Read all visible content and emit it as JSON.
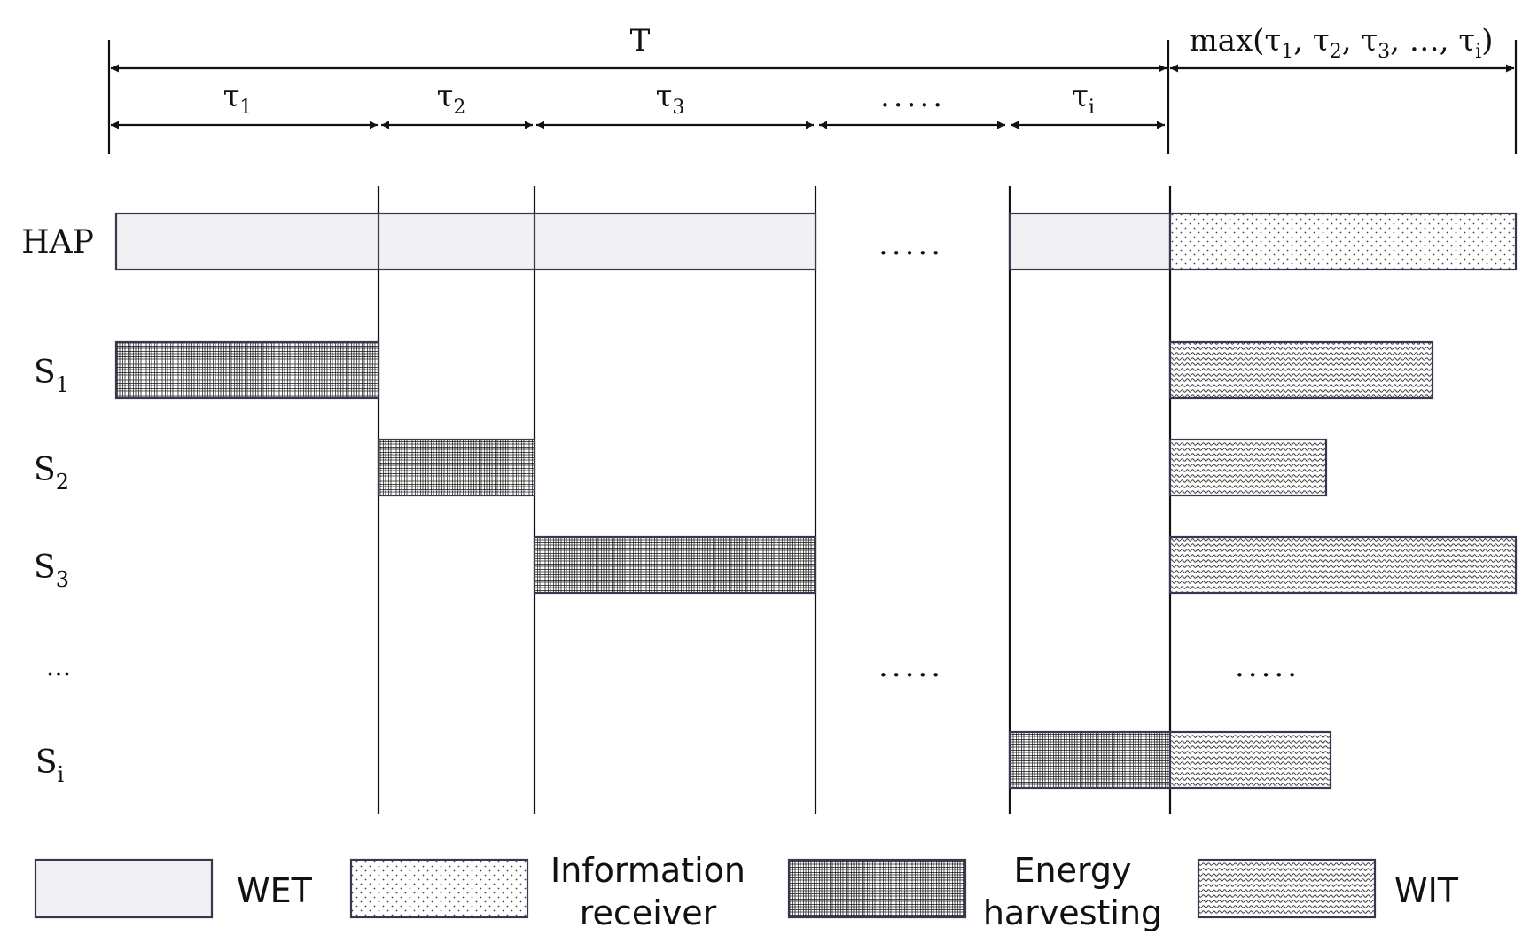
{
  "timeline": {
    "total_label": "T",
    "max_label_prefix": "max(",
    "max_label_sep": ", ",
    "max_label_ellipsis": "…",
    "max_label_suffix": ")",
    "slot_symbol": "τ",
    "slot_subscripts": [
      "1",
      "2",
      "3",
      "",
      "i"
    ],
    "gap_label": "....."
  },
  "rows": [
    {
      "id": "hap",
      "base": "HAP",
      "sub": ""
    },
    {
      "id": "s1",
      "base": "S",
      "sub": "1"
    },
    {
      "id": "s2",
      "base": "S",
      "sub": "2"
    },
    {
      "id": "s3",
      "base": "S",
      "sub": "3"
    },
    {
      "id": "ellipsis",
      "base": "...",
      "sub": ""
    },
    {
      "id": "si",
      "base": "S",
      "sub": "i"
    }
  ],
  "gap_labels": {
    "hap": ".....",
    "ellipsis_mid": ".....",
    "ellipsis_right": "....."
  },
  "legend": [
    {
      "pattern": "wet",
      "line1": "WET",
      "line2": ""
    },
    {
      "pattern": "info",
      "line1": "Information",
      "line2": "receiver"
    },
    {
      "pattern": "energy",
      "line1": "Energy",
      "line2": "harvesting"
    },
    {
      "pattern": "wit",
      "line1": "WIT",
      "line2": ""
    }
  ],
  "colors": {
    "wet_fill": "#f1f1f3",
    "stroke": "#111111",
    "bar_border": "#3a3650"
  }
}
